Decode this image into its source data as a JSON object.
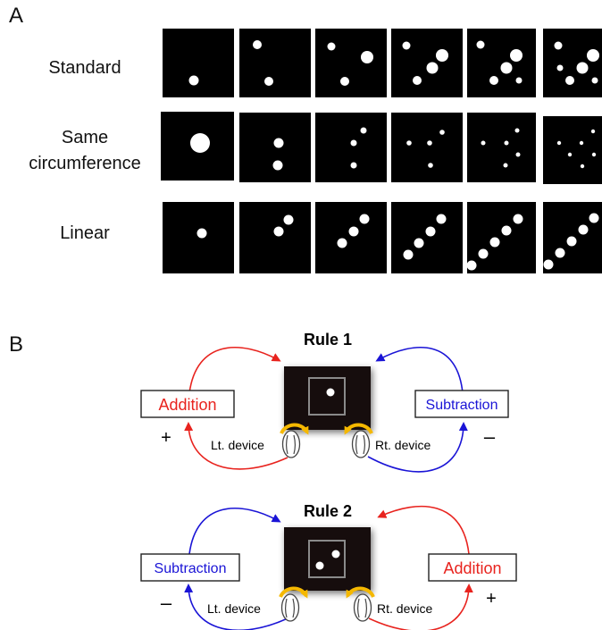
{
  "panel_a": {
    "letter": "A",
    "rows": [
      {
        "label": "Standard"
      },
      {
        "label": "Same\ncircumference"
      },
      {
        "label": "Linear"
      }
    ]
  },
  "panel_b": {
    "letter": "B",
    "rules": [
      {
        "title": "Rule 1",
        "left_op": "Addition",
        "left_op_color": "#e8231e",
        "left_sign": "+",
        "right_op": "Subtraction",
        "right_op_color": "#1a14d6",
        "right_sign": "–",
        "left_device": "Lt. device",
        "right_device": "Rt. device",
        "dots_shown": 1
      },
      {
        "title": "Rule 2",
        "left_op": "Subtraction",
        "left_op_color": "#1a14d6",
        "left_sign": "–",
        "right_op": "Addition",
        "right_op_color": "#e8231e",
        "right_sign": "+",
        "left_device": "Lt. device",
        "right_device": "Rt. device",
        "dots_shown": 2
      }
    ]
  },
  "colors": {
    "red": "#e8231e",
    "blue": "#1a14d6",
    "arrow_yellow": "#f5b800",
    "screen": "#150f0c"
  }
}
